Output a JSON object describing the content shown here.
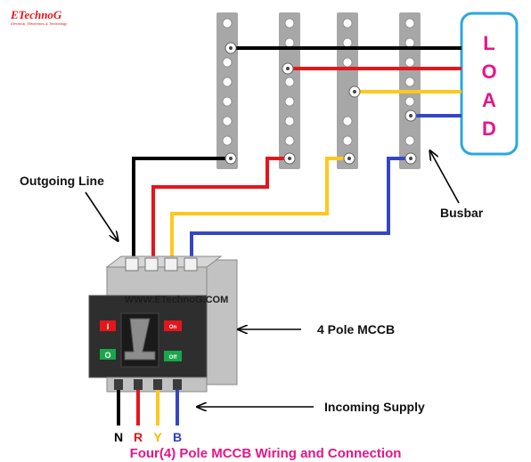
{
  "logo": {
    "text": "ETechnoG",
    "tagline": "Electrical, Electronics & Technology"
  },
  "title": "Four(4) Pole MCCB Wiring and Connection",
  "watermark": "WWW.ETechnoG.COM",
  "load": {
    "letters": [
      "L",
      "O",
      "A",
      "D"
    ]
  },
  "labels": {
    "outgoing_line": "Outgoing Line",
    "busbar": "Busbar",
    "mccb": "4 Pole MCCB",
    "incoming_supply": "Incoming Supply"
  },
  "phases": [
    {
      "label": "N",
      "color": "#000000",
      "label_color": "#000000"
    },
    {
      "label": "R",
      "color": "#e4161b",
      "label_color": "#e4161b"
    },
    {
      "label": "Y",
      "color": "#ffc81c",
      "label_color": "#f5b800"
    },
    {
      "label": "B",
      "color": "#3446c8",
      "label_color": "#2b3fc4"
    }
  ],
  "switch": {
    "on_label": "On",
    "off_label": "Off",
    "on_symbol": "I",
    "off_symbol": "O"
  },
  "colors": {
    "busbar": "#a7a7a7",
    "mccb_body": "#c2c2c2",
    "mccb_front": "#2e2e2e",
    "load_border": "#29a8e0",
    "load_text": "#e5158a",
    "title": "#e5158a",
    "on_button": "#e3161b",
    "off_button": "#1aa64a"
  }
}
